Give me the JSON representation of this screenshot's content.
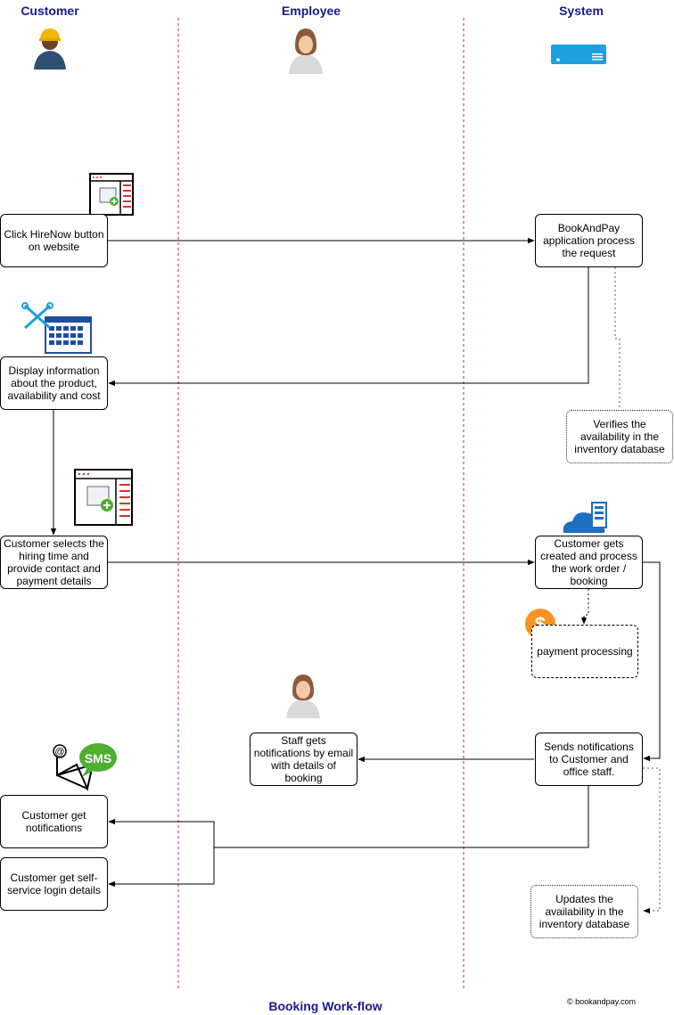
{
  "lanes": {
    "customer": "Customer",
    "employee": "Employee",
    "system": "System"
  },
  "nodes": {
    "click_hirenow": "Click HireNow button on website",
    "bookandpay_process": "BookAndPay application process the request",
    "display_info": "Display information about the product, availability and cost",
    "verifies_availability": "Verifies the availability in the inventory database",
    "customer_selects": "Customer selects the hiring time and provide contact and payment details",
    "work_order": "Customer gets created and process the work order / booking",
    "payment_processing": "payment processing",
    "staff_notifications": "Staff gets notifications by email with details of booking",
    "sends_notifications": "Sends notifications to Customer and office staff.",
    "customer_get_notifications": "Customer get notifications",
    "customer_self_service": "Customer get self-service login details",
    "updates_availability": "Updates the availability in the inventory database"
  },
  "icons": {
    "sms_badge": "SMS",
    "dollar": "$",
    "at_sign": "@"
  },
  "footer": {
    "title": "Booking Work-flow",
    "copyright": "© bookandpay.com"
  },
  "colors": {
    "lane_title": "#1a1a8c",
    "lane_divider": "#b0268a",
    "sms_green": "#4caf2e",
    "dollar_orange": "#f7931e",
    "server_blue": "#1ba1e2",
    "calendar_blue": "#1f4e9e",
    "cloud_blue": "#1e6fbf"
  }
}
